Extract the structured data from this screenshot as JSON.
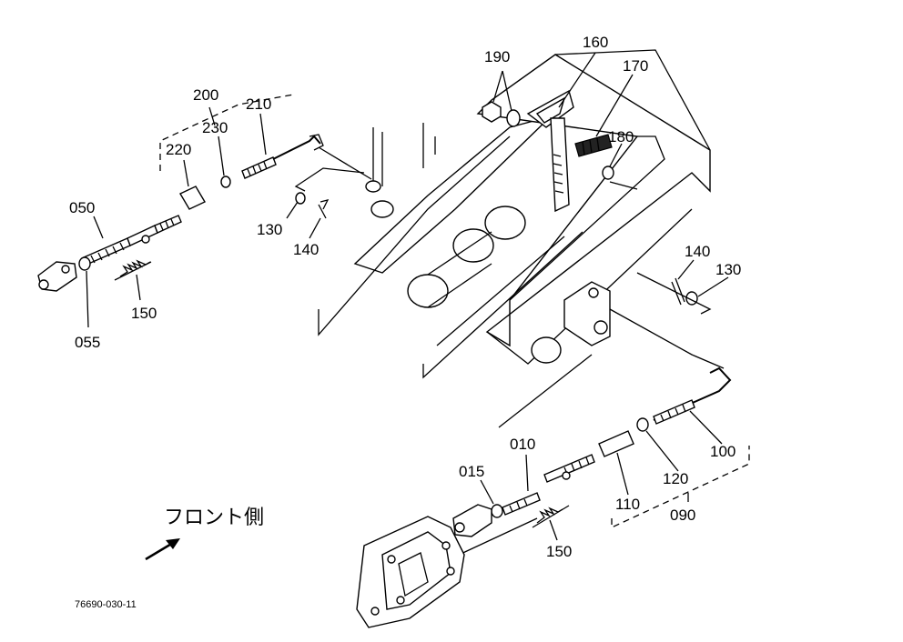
{
  "labels": {
    "p050": "050",
    "p055": "055",
    "p150a": "150",
    "p220": "220",
    "p230": "230",
    "p200": "200",
    "p210": "210",
    "p130a": "130",
    "p140a": "140",
    "p190": "190",
    "p160": "160",
    "p170": "170",
    "p180": "180",
    "p140b": "140",
    "p130b": "130",
    "p100": "100",
    "p120": "120",
    "p090": "090",
    "p110": "110",
    "p010": "010",
    "p015": "015",
    "p150b": "150"
  },
  "direction_label": "フロント側",
  "figure_code": "76690-030-11"
}
